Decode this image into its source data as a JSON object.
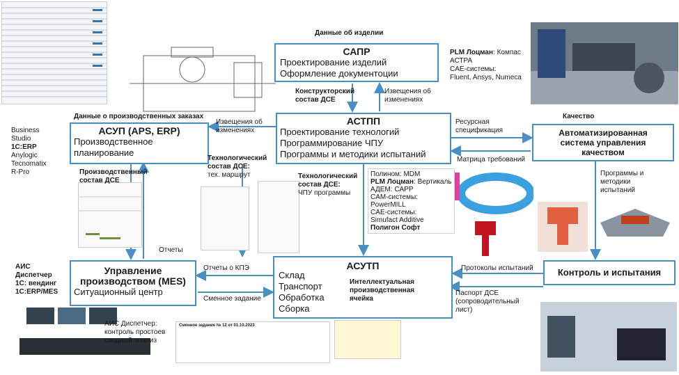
{
  "top_label": "Данные об изделии",
  "sapr": {
    "title": "САПР",
    "lines": [
      "Проектирование изделий",
      "Оформление документоции"
    ]
  },
  "plm_sapr": {
    "l1_bold": "PLM Лоцман",
    "l1_rest": ": Компас",
    "l2": "АСТРА",
    "l3": "CAE-системы:",
    "l4": "Fluent, Ansys, Numeca"
  },
  "konstr": {
    "l1": "Конструкторский",
    "l2": "состав ДСЕ"
  },
  "izv1": {
    "l1": "Извещения об",
    "l2": "изменениях"
  },
  "astpp": {
    "title": "АСТПП",
    "lines": [
      "Проектирование технологий",
      "Программирование ЧПУ",
      "Программы и методики испытаний"
    ]
  },
  "prod_orders": "Данные о производственных заказах",
  "izv2": {
    "l1": "Извещения об",
    "l2": "изменениях"
  },
  "resursnaya": {
    "l1": "Ресурсная",
    "l2": "спецификация"
  },
  "kachestvo": "Качество",
  "asup": {
    "title": "АСУП (APS, ERP)",
    "lines": [
      "Производственное",
      "планирование"
    ]
  },
  "left_systems": {
    "l1": "Business",
    "l2": "Studio",
    "l3": "1C:ERP",
    "l4": "Anylogic",
    "l5": "Tecnomatix",
    "l6": "R-Pro"
  },
  "quality_sys": {
    "l1": "Автоматизированная",
    "l2": "система управления",
    "l3": "качеством"
  },
  "matrica": "Матрица требований",
  "tech_dse": {
    "l1": "Технологический",
    "l2": "состав ДСЕ:",
    "l3": "тех. маршрут"
  },
  "tech_dse2": {
    "l1": "Технологический",
    "l2": "состав ДСЕ:",
    "l3": "ЧПУ программы"
  },
  "prod_dse": {
    "l1": "Производственный",
    "l2": "состав ДСЕ"
  },
  "programs_test": {
    "l1": "Программы и",
    "l2": "методики",
    "l3": "испытаний"
  },
  "mid_systems": {
    "l1": "Полином: MDM",
    "l2_bold": "PLM Лоцман",
    "l2_rest": ": Вертикаль",
    "l3": "АДЕМ: CAPP",
    "l4": "CAM-системы:",
    "l5": "PowerMILL",
    "l6": "CAE-системы:",
    "l7": "Simufact Additive",
    "l8": "Полигон Софт"
  },
  "otchety": "Отчеты",
  "ais": {
    "l1": "АИС",
    "l2": "Диспетчер",
    "l3": "1С: вендинг",
    "l4": "1С:ERP/MES"
  },
  "mes": {
    "title1": "Управление",
    "title2": "производством (MES)",
    "line": "Ситуационный центр"
  },
  "otchety_kpe": "Отчеты о КПЭ",
  "smennoe": "Сменное задание",
  "asutp": {
    "title": "АСУТП",
    "lines": [
      "Склад",
      "Транспорт",
      "Обработка",
      "Сборка"
    ],
    "cell1": "Интеллектуальная",
    "cell2": "производственная",
    "cell3": "ячейка"
  },
  "protokoly": "Протоколы испытаний",
  "kontrol": "Контроль и испытания",
  "pasport": {
    "l1": "Паспорт ДСЕ",
    "l2": "(сопроводительный",
    "l3": "лист)"
  },
  "ais_disp": {
    "l1": "АИС Диспетчер:",
    "l2": "контроль простоев",
    "l3": "сводный анализ"
  },
  "doc_title": "Сменное задание № 12 от 01.10.2023",
  "colors": {
    "box_border": "#4a8fc4",
    "arrow": "#4a8fc4"
  }
}
